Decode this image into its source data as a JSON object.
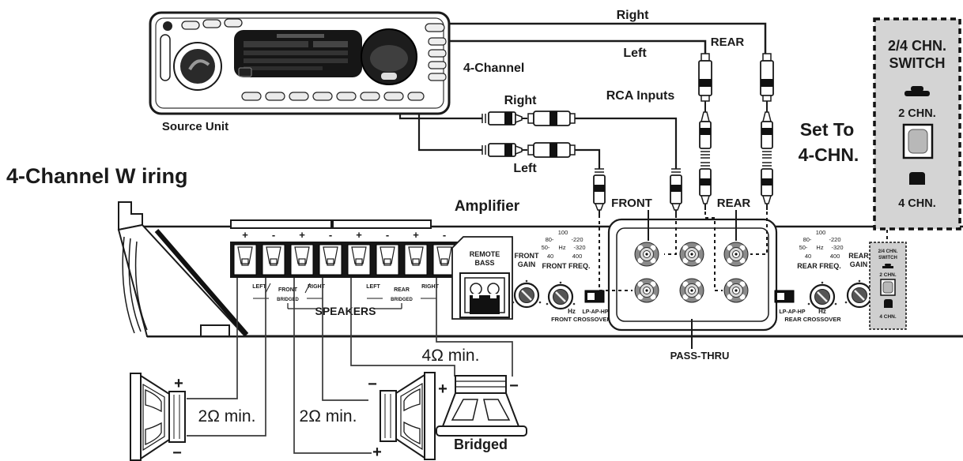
{
  "title": "4-Channel W iring",
  "source_unit": {
    "label": "Source Unit",
    "channel_mode": "4-Channel"
  },
  "connections": {
    "rear_right": "Right",
    "rear_left": "Left",
    "rear_group": "REAR",
    "front_right": "Right",
    "front_left": "Left",
    "rca_inputs": "RCA Inputs",
    "front_group": "FRONT",
    "rear_group2": "REAR",
    "set_to_line1": "Set To",
    "set_to_line2": "4-CHN."
  },
  "switch_callout": {
    "title_line1": "2/4 CHN.",
    "title_line2": "SWITCH",
    "two_chn": "2 CHN.",
    "four_chn": "4 CHN."
  },
  "amplifier": {
    "label": "Amplifier",
    "terminal_signs": [
      "+",
      "-",
      "+",
      "-",
      "+",
      "-",
      "+",
      "-"
    ],
    "front_terminals": {
      "left": "LEFT",
      "group": "FRONT",
      "right": "RIGHT",
      "bridged": "BRIDGED"
    },
    "rear_terminals": {
      "left": "LEFT",
      "group": "REAR",
      "right": "RIGHT",
      "bridged": "BRIDGED"
    },
    "speakers_label": "SPEAKERS",
    "remote_bass_line1": "REMOTE",
    "remote_bass_line2": "BASS",
    "front_gain_line1": "FRONT",
    "front_gain_line2": "GAIN",
    "front_freq": "FRONT FREQ.",
    "rear_freq": "REAR FREQ.",
    "rear_gain_line1": "REAR",
    "rear_gain_line2": "GAIN",
    "freq_ticks": {
      "t100": "100",
      "t80": "80-",
      "t220": "-220",
      "t50": "50-",
      "hz": "Hz",
      "t320": "-320",
      "t40": "40",
      "t400": "400"
    },
    "hz": "Hz",
    "lp_ap_hp": "LP-AP-HP",
    "front_crossover": "FRONT CROSSOVER",
    "rear_crossover": "REAR CROSSOVER",
    "pass_thru": "PASS-THRU",
    "mini_switch": {
      "line1": "2/4 CHN.",
      "line2": "SWITCH",
      "two": "2 CHN.",
      "four": "4 CHN."
    }
  },
  "speakers": {
    "left": {
      "plus": "+",
      "minus": "−",
      "impedance": "2Ω min."
    },
    "right": {
      "minus": "−",
      "plus": "+",
      "impedance": "2Ω min."
    },
    "sub": {
      "plus": "+",
      "minus": "−",
      "impedance": "4Ω min.",
      "label": "Bridged"
    }
  },
  "colors": {
    "ink": "#1a1a1a",
    "panel_gray": "#d4d4d4",
    "knob_dark": "#555555"
  }
}
